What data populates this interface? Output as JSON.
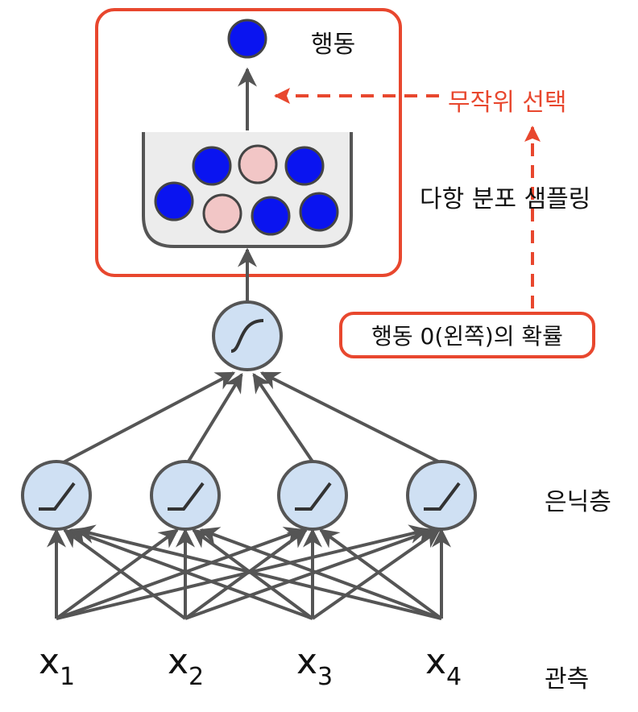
{
  "labels": {
    "action": "행동",
    "random_choice": "무작위 선택",
    "multinomial_sampling": "다항 분포 샘플링",
    "prob_left": "행동 0(왼쪽)의 확률",
    "hidden_layer": "은닉층",
    "observation": "관측"
  },
  "inputs": [
    {
      "base": "x",
      "sub": "1"
    },
    {
      "base": "x",
      "sub": "2"
    },
    {
      "base": "x",
      "sub": "3"
    },
    {
      "base": "x",
      "sub": "4"
    }
  ],
  "colors": {
    "accent_red": "#e8472e",
    "neuron_fill": "#cfe0f3",
    "neuron_stroke": "#555555",
    "ball_blue": "#0a14f0",
    "ball_pink": "#f2c6c6",
    "bucket_fill": "#ececec",
    "line": "#555555"
  }
}
